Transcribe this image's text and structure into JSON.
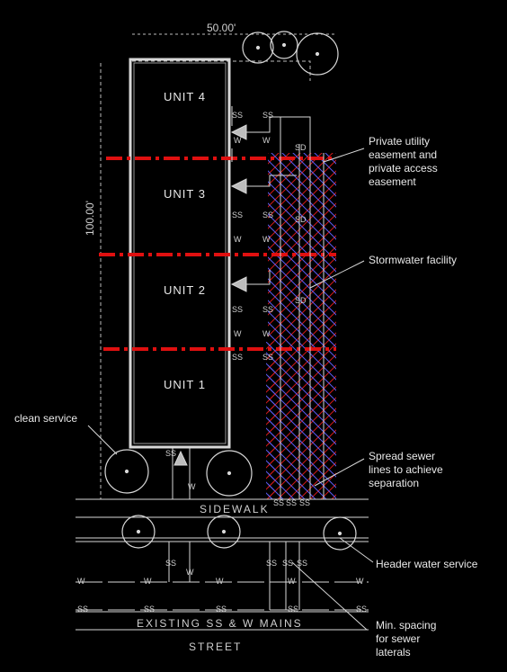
{
  "dimensions": {
    "width_dim": "50.00'",
    "length_dim": "100.00'"
  },
  "units": [
    "UNIT 4",
    "UNIT 3",
    "UNIT 2",
    "UNIT 1"
  ],
  "callouts": {
    "easement": [
      "Private utility",
      "easement and",
      "private access",
      "easement"
    ],
    "stormwater": "Stormwater facility",
    "spread": [
      "Spread sewer",
      "lines to achieve",
      "separation"
    ],
    "header": "Header water service",
    "min_spacing": [
      "Min. spacing",
      "for sewer",
      "laterals"
    ],
    "clean_service": "clean service"
  },
  "street": {
    "sidewalk": "SIDEWALK",
    "mains": "EXISTING SS & W MAINS",
    "street": "STREET"
  },
  "line_codes": {
    "sewer": "SS",
    "water": "W",
    "storm": "SD"
  },
  "colors": {
    "background": "#000000",
    "line": "#d8d8d8",
    "lot_line": "#e01010",
    "hatch_red": "#d01818",
    "hatch_blue": "#5a5af0"
  }
}
